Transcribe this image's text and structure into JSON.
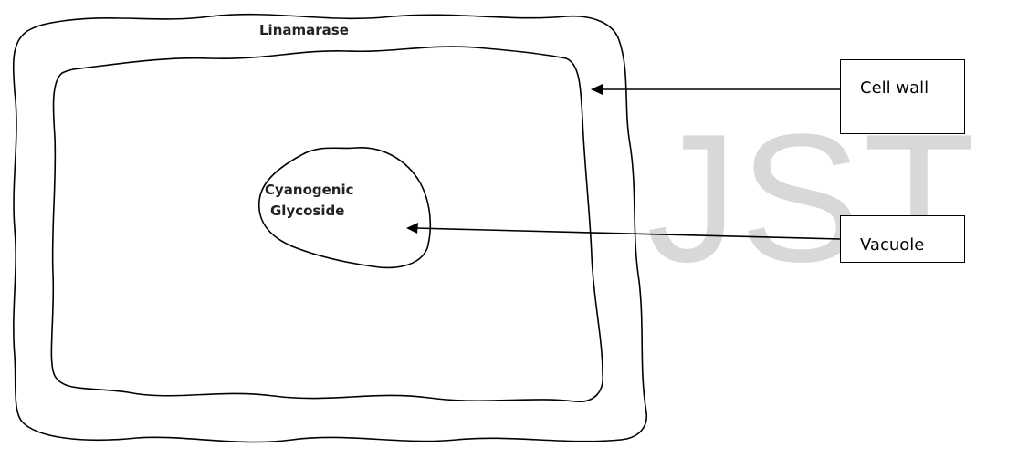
{
  "diagram": {
    "region_label": "Linamarase",
    "inner_label_line1": "Cyanogenic",
    "inner_label_line2": "Glycoside",
    "callouts": [
      {
        "label": "Cell wall"
      },
      {
        "label": "Vacuole"
      }
    ]
  },
  "watermark": {
    "text": "JST",
    "color": "#d8d8d8"
  },
  "colors": {
    "outline": "#000000",
    "background": "#ffffff"
  }
}
